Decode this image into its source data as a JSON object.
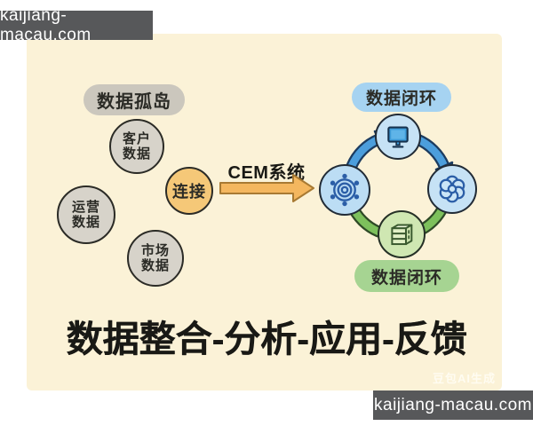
{
  "site_banner": {
    "top": "kaijiang-macau.com",
    "bottom": "kaijiang-macau.com"
  },
  "diagram": {
    "silos_label": "数据孤岛",
    "silo_circles": [
      {
        "line1": "客户",
        "line2": "数据"
      },
      {
        "line1": "运营",
        "line2": "数据"
      },
      {
        "line1": "市场",
        "line2": "数据"
      }
    ],
    "connect_label": "连接",
    "system_label": "CEM系统",
    "loop_top_label": "数据闭环",
    "loop_bottom_label": "数据闭环",
    "headline": "数据整合-分析-应用-反馈",
    "ai_watermark": "豆包AI生成"
  },
  "icons": {
    "loop_left": "hub-icon",
    "loop_top": "monitor-icon",
    "loop_right": "flower-icon",
    "loop_bottom": "server-icon"
  },
  "colors": {
    "banner_bg": "#57585A",
    "canvas_bg": "#FBF2D7",
    "silo_pill_bg": "#CBC7BD",
    "silo_circle_bg": "#D7D3CA",
    "connect_circle_bg": "#F5C878",
    "cem_arrow": "#F4B75F",
    "loop_blue_pill_bg": "#A6D3F1",
    "loop_green_pill_bg": "#A6D492",
    "blue_node_bg": "#C6E2F5",
    "green_node_bg": "#CFE7B2",
    "blue_arrow": "#4C9EDC",
    "green_arrow": "#7DC05C",
    "dark_text": "#191915"
  }
}
